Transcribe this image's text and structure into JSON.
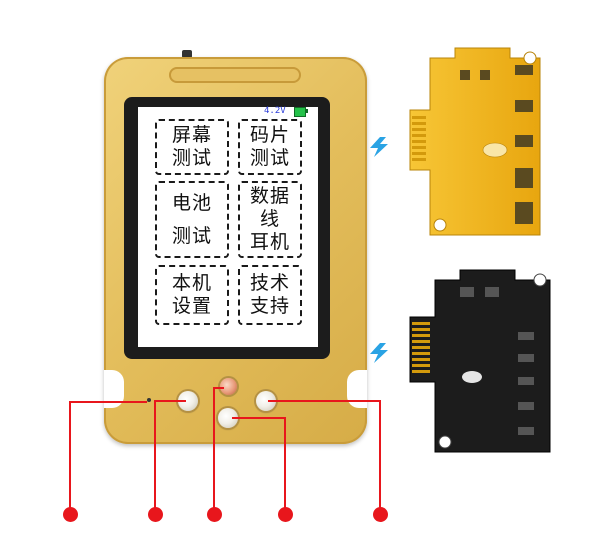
{
  "status": {
    "battery_voltage": "4.2V"
  },
  "menu": [
    {
      "id": "screen-test",
      "lines": [
        "屏幕",
        "测试"
      ]
    },
    {
      "id": "code-test",
      "lines": [
        "码片",
        "测试"
      ]
    },
    {
      "id": "battery-test",
      "lines": [
        "电池",
        "测试"
      ]
    },
    {
      "id": "data-cable-earphone",
      "lines": [
        "数据",
        "线",
        "耳机"
      ]
    },
    {
      "id": "device-settings",
      "lines": [
        "本机",
        "设置"
      ]
    },
    {
      "id": "tech-support",
      "lines": [
        "技术",
        "支持"
      ]
    }
  ],
  "icons": {
    "lightning": "lightning-icon",
    "battery": "battery-icon"
  },
  "colors": {
    "device_gold": "#e3bd5b",
    "callout_red": "#e8161c",
    "battery_green": "#24c24a",
    "battery_text_blue": "#2a3cd8",
    "yellow_board": "#f0b51c",
    "black_board": "#1a1a1a"
  }
}
